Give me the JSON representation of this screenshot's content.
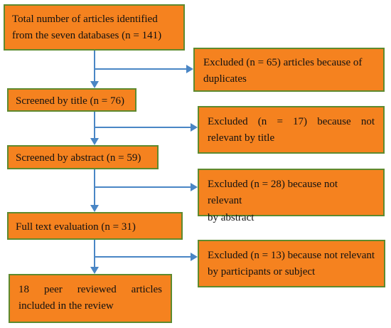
{
  "flow": {
    "total_line1": "Total number of articles identified",
    "total_line2": "from the seven databases (n = 141)",
    "title_screen": "Screened by title (n = 76)",
    "abstract_screen": "Screened by abstract (n = 59)",
    "full_text": "Full text evaluation (n = 31)",
    "final_line1": "18 peer reviewed articles",
    "final_line2": "included in the review"
  },
  "excluded": {
    "duplicates_line1": "Excluded (n = 65) articles because of",
    "duplicates_line2": "duplicates",
    "title_line1": "Excluded (n = 17) because not",
    "title_line2": "relevant by title",
    "abstract_line1": "Excluded (n = 28) because not relevant",
    "abstract_line2": "by abstract",
    "participants_line1": "Excluded (n = 13) because not relevant",
    "participants_line2": "by participants or subject"
  },
  "colors": {
    "box_fill": "#f5821f",
    "box_border": "#5e8a2e",
    "arrow": "#4a86c5"
  }
}
